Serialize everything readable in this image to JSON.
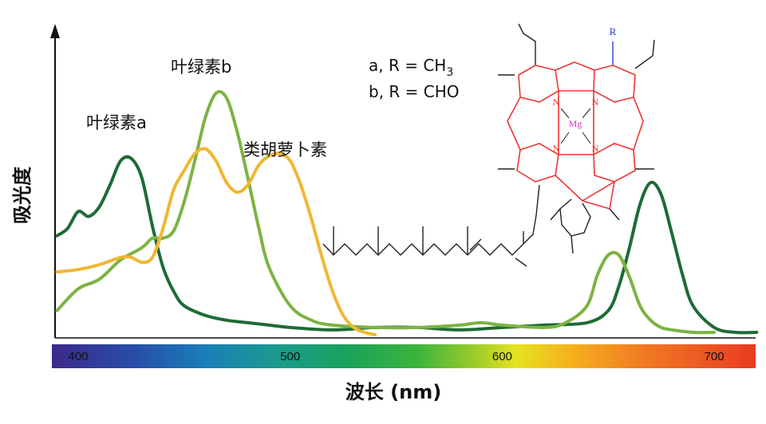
{
  "chart_data": {
    "type": "line",
    "xlabel": "波长 (nm)",
    "ylabel": "吸光度",
    "xlim": [
      390,
      730
    ],
    "x_ticks": [
      400,
      500,
      600,
      700
    ],
    "ylim": [
      0,
      1
    ],
    "y_ticks_shown": false,
    "grid": false,
    "spectrum_bar": true,
    "series": [
      {
        "name": "叶绿素a",
        "color": "#1e6b37",
        "x": [
          390,
          395,
          400,
          405,
          410,
          415,
          420,
          425,
          430,
          435,
          440,
          445,
          450,
          460,
          470,
          480,
          490,
          500,
          520,
          540,
          560,
          580,
          600,
          620,
          640,
          650,
          655,
          660,
          665,
          670,
          675,
          680,
          685,
          690,
          700,
          710,
          720
        ],
        "y": [
          0.41,
          0.44,
          0.51,
          0.49,
          0.53,
          0.62,
          0.72,
          0.73,
          0.65,
          0.45,
          0.28,
          0.18,
          0.12,
          0.08,
          0.06,
          0.05,
          0.04,
          0.03,
          0.02,
          0.03,
          0.03,
          0.02,
          0.03,
          0.04,
          0.05,
          0.1,
          0.2,
          0.36,
          0.54,
          0.63,
          0.58,
          0.42,
          0.25,
          0.12,
          0.03,
          0.01,
          0.01
        ]
      },
      {
        "name": "叶绿素b",
        "color": "#7cb342",
        "x": [
          390,
          400,
          410,
          420,
          430,
          435,
          440,
          445,
          450,
          455,
          460,
          465,
          470,
          475,
          480,
          485,
          490,
          500,
          510,
          520,
          540,
          560,
          580,
          590,
          600,
          620,
          630,
          640,
          645,
          650,
          655,
          660,
          665,
          670,
          675,
          680,
          690,
          700
        ],
        "y": [
          0.1,
          0.19,
          0.23,
          0.31,
          0.36,
          0.4,
          0.4,
          0.43,
          0.55,
          0.72,
          0.9,
          1.0,
          0.98,
          0.84,
          0.65,
          0.45,
          0.28,
          0.12,
          0.06,
          0.04,
          0.03,
          0.03,
          0.04,
          0.05,
          0.04,
          0.03,
          0.05,
          0.12,
          0.25,
          0.33,
          0.33,
          0.24,
          0.12,
          0.06,
          0.03,
          0.02,
          0.01,
          0.01
        ]
      },
      {
        "name": "类胡萝卜素",
        "color": "#f0b731",
        "x": [
          390,
          400,
          410,
          420,
          425,
          430,
          435,
          440,
          445,
          450,
          455,
          460,
          465,
          470,
          475,
          480,
          485,
          490,
          495,
          500,
          505,
          510,
          515,
          520,
          525,
          530,
          535,
          540
        ],
        "y": [
          0.26,
          0.27,
          0.29,
          0.32,
          0.32,
          0.3,
          0.32,
          0.44,
          0.6,
          0.68,
          0.75,
          0.77,
          0.72,
          0.63,
          0.59,
          0.62,
          0.7,
          0.74,
          0.75,
          0.72,
          0.62,
          0.48,
          0.32,
          0.18,
          0.08,
          0.03,
          0.01,
          0.0
        ]
      }
    ],
    "annotations": {
      "series_labels": [
        "叶绿素a",
        "叶绿素b",
        "类胡萝卜素"
      ],
      "formula_a": "a, R = CH",
      "formula_a_sub": "3",
      "formula_b": "b, R = CHO",
      "structure": {
        "r_label": "R",
        "n_label": "N",
        "mg_label": "Mg"
      }
    }
  },
  "colors": {
    "axis": "#111111",
    "ring": "#ee3535",
    "metal": "#e026d8",
    "r_group": "#2a3bd8",
    "skeleton": "#222222"
  }
}
